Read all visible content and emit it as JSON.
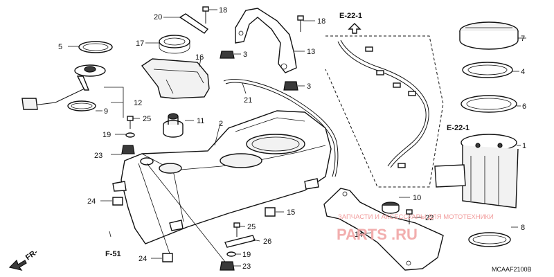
{
  "callouts": {
    "c1": "1",
    "c2": "2",
    "c3a": "3",
    "c3b": "3",
    "c4": "4",
    "c5": "5",
    "c6": "6",
    "c7": "7",
    "c8": "8",
    "c9": "9",
    "c10": "10",
    "c11": "11",
    "c12": "12",
    "c13": "13",
    "c14": "14",
    "c15": "15",
    "c16": "16",
    "c17": "17",
    "c18a": "18",
    "c18b": "18",
    "c19a": "19",
    "c19b": "19",
    "c20": "20",
    "c21": "21",
    "c22": "22",
    "c23a": "23",
    "c23b": "23",
    "c24a": "24",
    "c24b": "24",
    "c25a": "25",
    "c25b": "25",
    "c26": "26"
  },
  "references": {
    "e22_top": "E-22-1",
    "e22_mid": "E-22-1",
    "f51": "F-51",
    "fr": "FR-"
  },
  "watermark": {
    "small": "ЗАПЧАСТИ И АКСЕССУАРЫ ДЛЯ МОТОТЕХНИКИ",
    "large": "PARTS     .RU"
  },
  "diagram_code": "MCAAF2100B"
}
